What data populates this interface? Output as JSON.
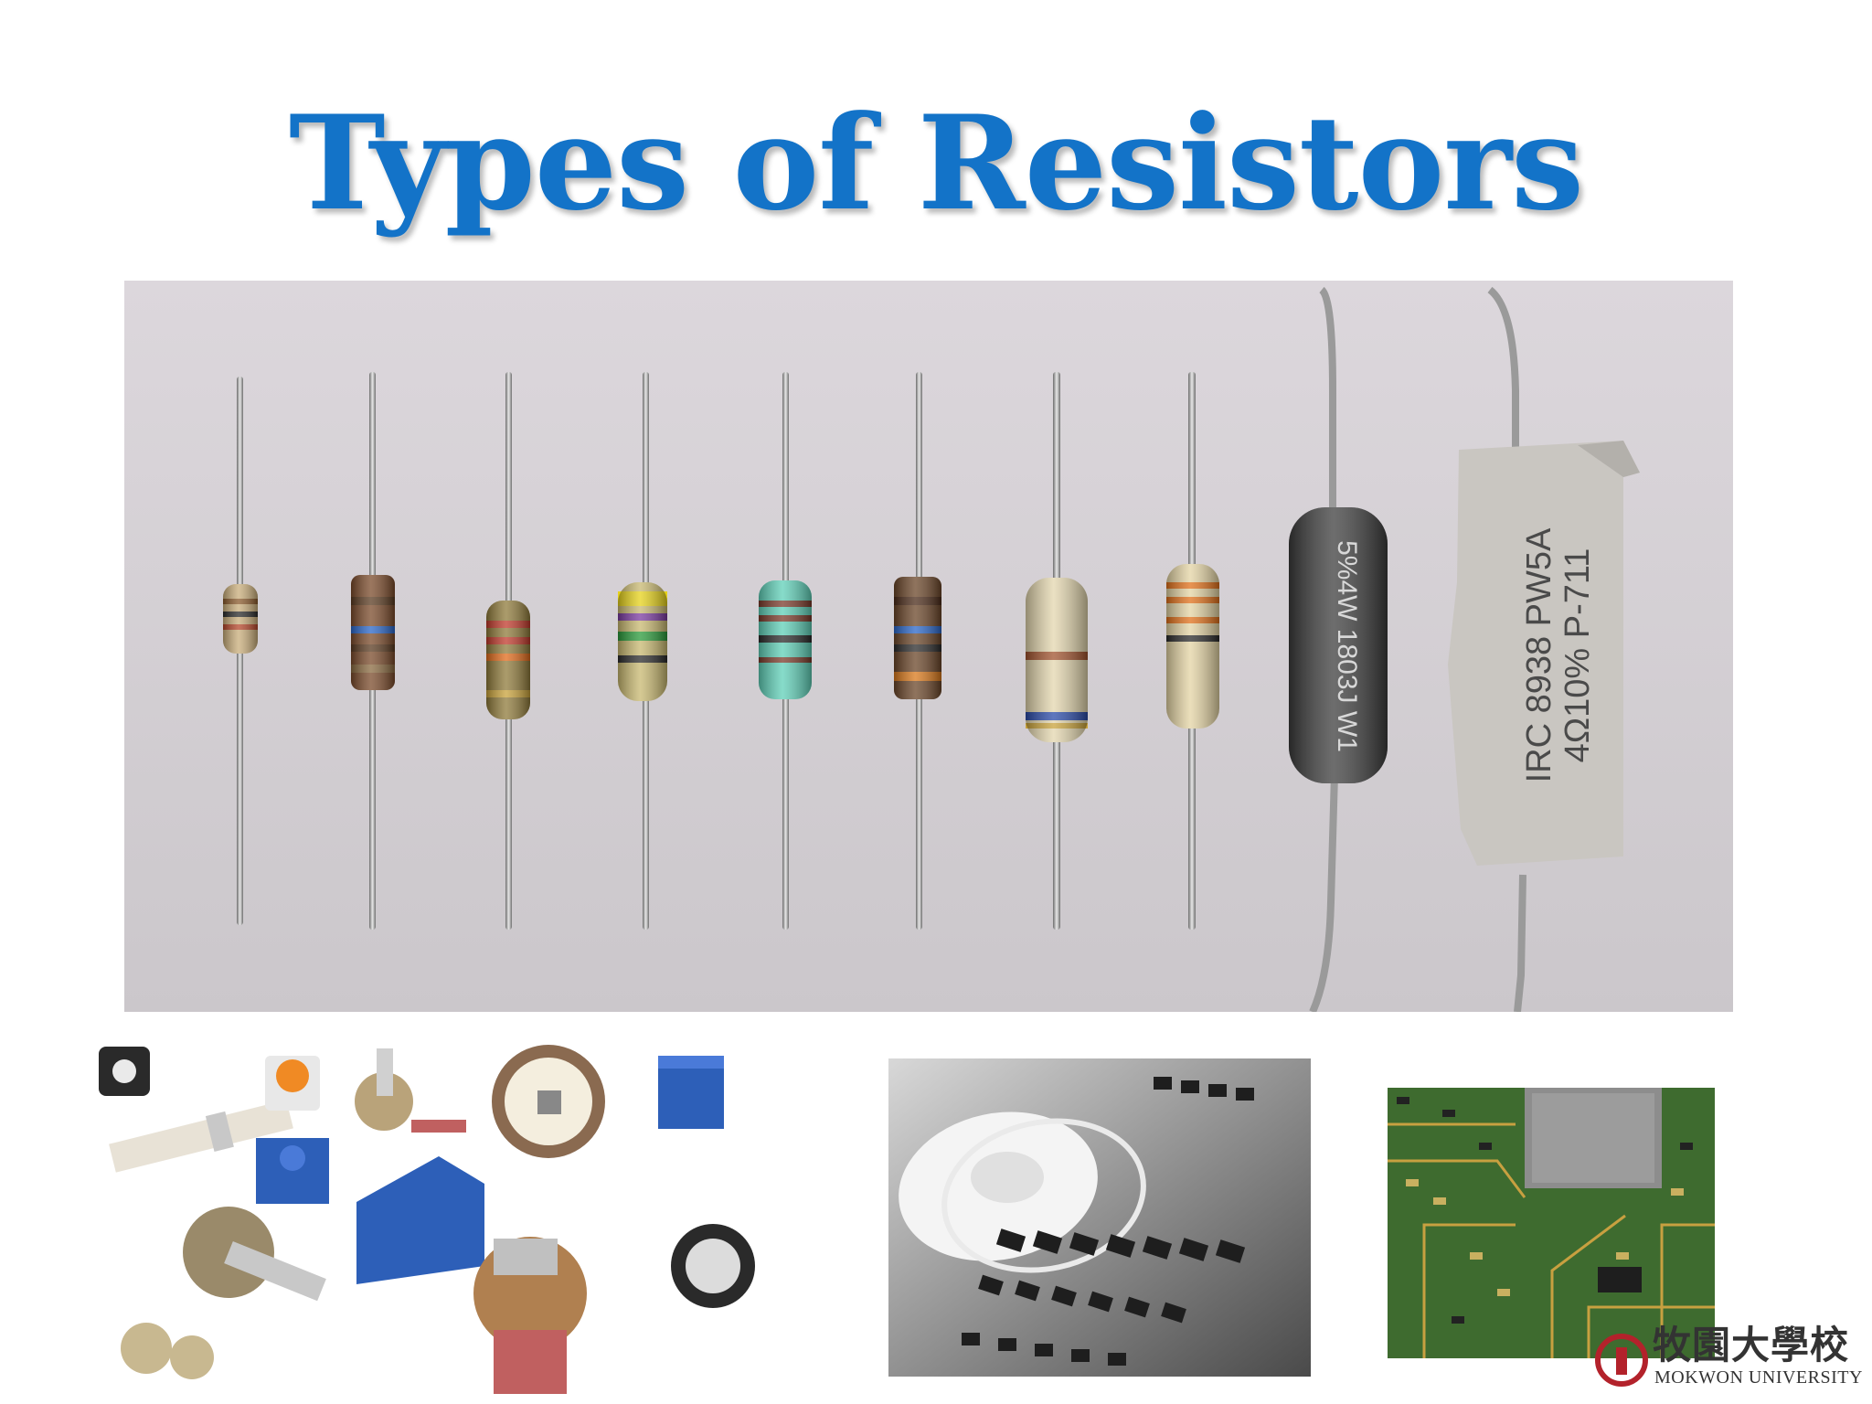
{
  "slide": {
    "title": "Types of Resistors"
  },
  "main_photo": {
    "icon": "axial-resistors-photo",
    "wirewound_label": "5%4W 1803J W1",
    "ceramic_label_line1": "IRC 8938 PW5A",
    "ceramic_label_line2": "4Ω10% P-711"
  },
  "collage": {
    "icon": "potentiometers-trimmers-photo"
  },
  "smd_photo": {
    "icon": "smd-resistor-reel-photo"
  },
  "pcb_photo": {
    "icon": "pcb-smd-resistors-photo"
  },
  "logo": {
    "cjk_text": "牧園大學校",
    "english_text": "MOKWON UNIVERSITY",
    "color": "#b3222b"
  },
  "colors": {
    "title": "#1373c8",
    "photo_background": "#d6d1d6"
  }
}
